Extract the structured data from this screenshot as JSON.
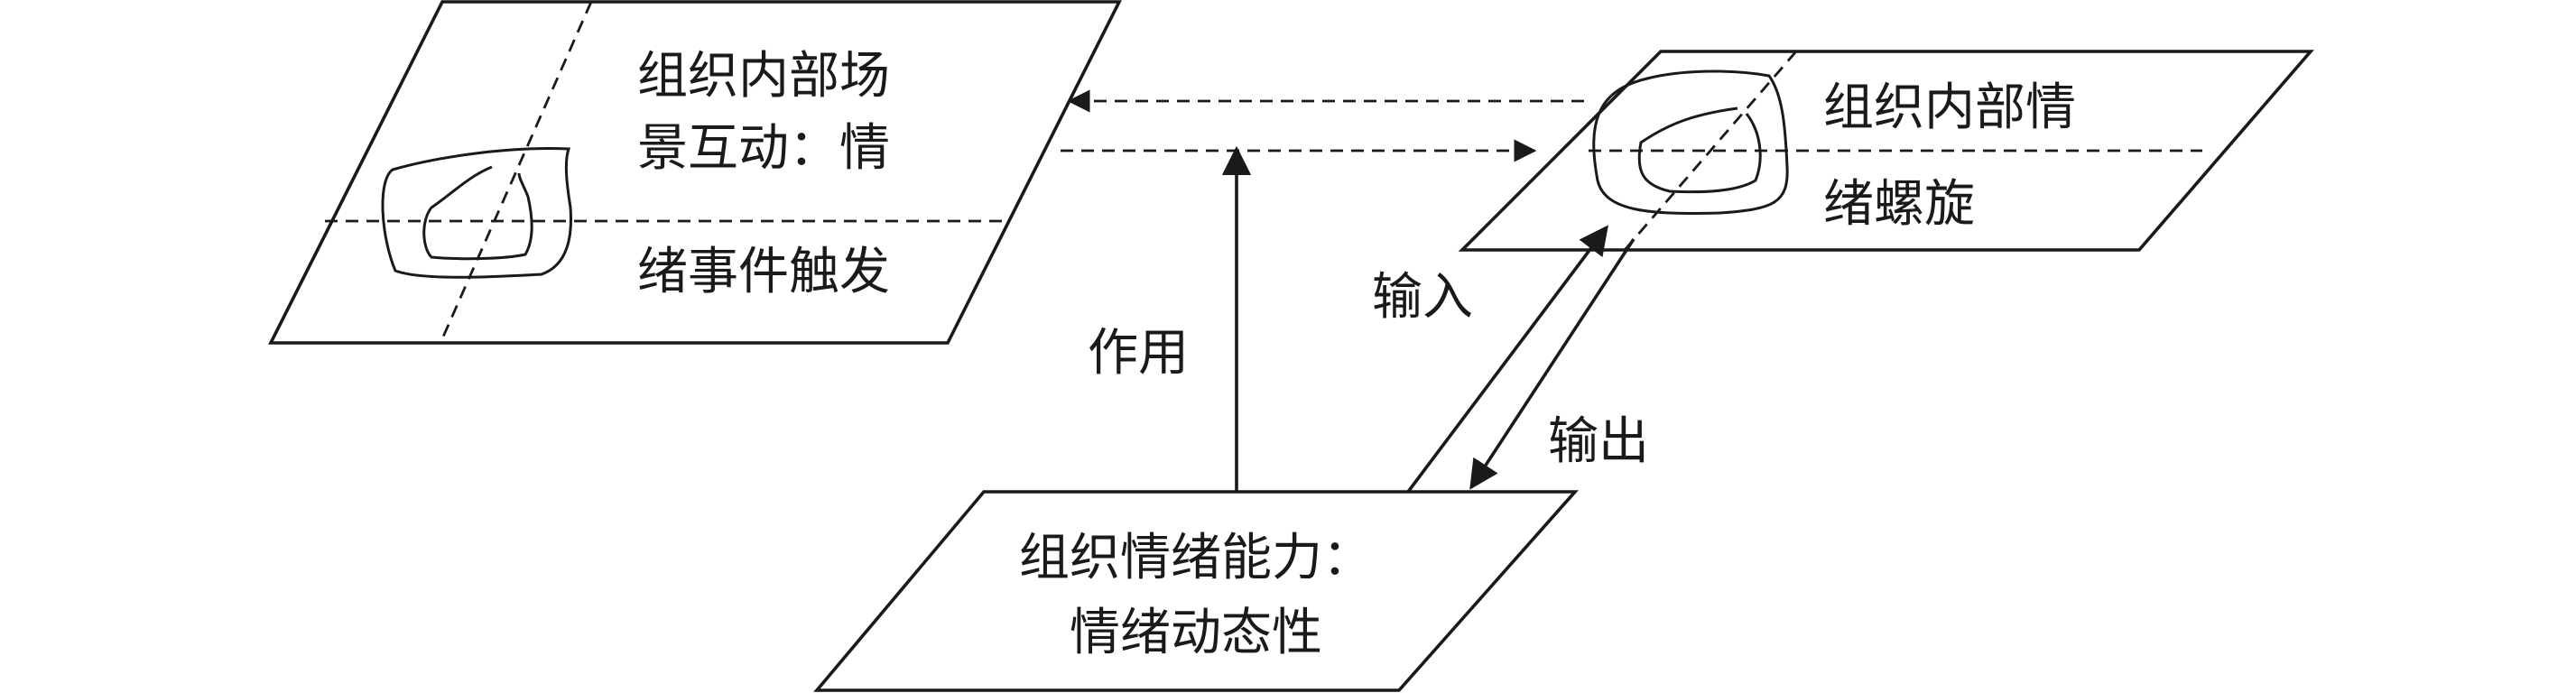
{
  "left_plane": {
    "label_line1": "组织内部场",
    "label_line2": "景互动：情",
    "label_line3": "绪事件触发"
  },
  "right_plane": {
    "label_line1": "组织内部情",
    "label_line2": "绪螺旋"
  },
  "bottom_plane": {
    "label_line1": "组织情绪能力：",
    "label_line2": "情绪动态性"
  },
  "arrows": {
    "act": "作用",
    "input": "输入",
    "output": "输出"
  }
}
